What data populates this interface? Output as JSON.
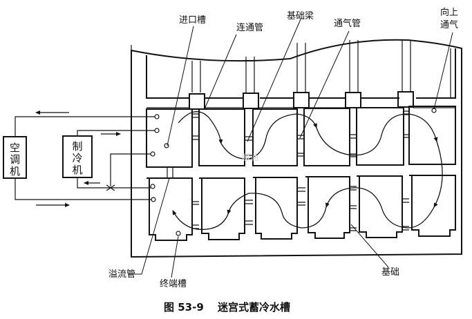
{
  "title": "图 53-9 迷宫式蓄冷水槽",
  "caption": {
    "figure_number": "图 53-9",
    "figure_title": "迷宫式蓄冷水槽"
  },
  "labels": {
    "inlet_tank": "进口槽",
    "connecting_pipe": "连通管",
    "foundation_beam": "基础梁",
    "vent_pipe": "通气管",
    "upward_vent_line1": "向上",
    "upward_vent_line2": "通气",
    "overflow_pipe": "溢流管",
    "terminal_tank": "终端槽",
    "foundation": "基础"
  },
  "equipment": {
    "air_conditioner": [
      "空",
      "调",
      "机"
    ],
    "chiller": [
      "制",
      "冷",
      "机"
    ]
  },
  "watermark": "暖通"
}
